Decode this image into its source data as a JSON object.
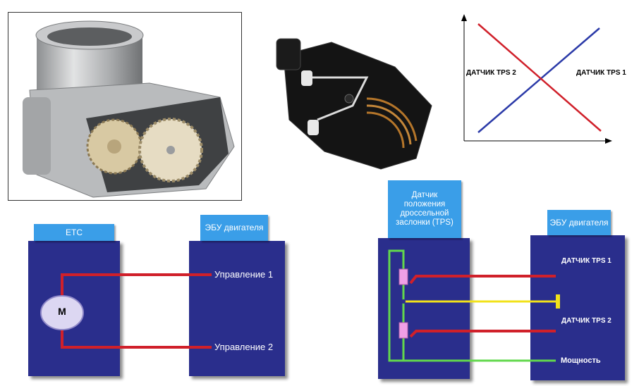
{
  "graph": {
    "label_tps2": "ДАТЧИК TPS 2",
    "label_tps1": "ДАТЧИК TPS 1",
    "colors": {
      "tps1": "#2b3aa8",
      "tps2": "#d0202a"
    }
  },
  "etc_diagram": {
    "etc_tab": "ETC",
    "ecu_tab": "ЭБУ двигателя",
    "motor_label": "M",
    "wire1": "Управление 1",
    "wire2": "Управление 2",
    "wire_color": "#d0202a"
  },
  "tps_diagram": {
    "tps_tab": "Датчик положения дроссельной заслонки (TPS)",
    "ecu_tab": "ЭБУ двигателя",
    "sensor1": "ДАТЧИК TPS 1",
    "sensor2": "ДАТЧИК TPS 2",
    "power": "Мощность",
    "colors": {
      "signal": "#d0202a",
      "ground": "#f2e21a",
      "power": "#62d84c",
      "resistor": "#f0a0e6"
    }
  }
}
